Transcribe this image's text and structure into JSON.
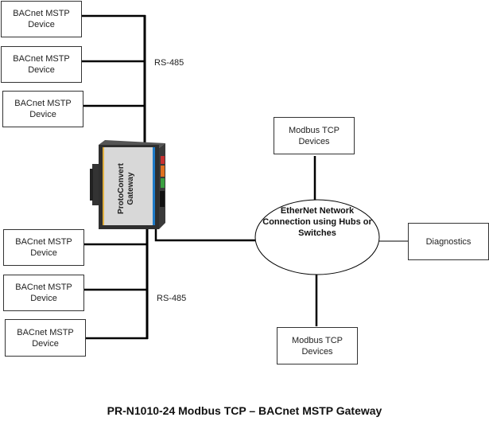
{
  "title": "PR-N1010-24 Modbus TCP – BACnet MSTP Gateway",
  "bacnet_devices_top": [
    {
      "label": "BACnet MSTP\nDevice"
    },
    {
      "label": "BACnet MSTP\nDevice"
    },
    {
      "label": "BACnet MSTP\nDevice"
    }
  ],
  "bacnet_devices_bottom": [
    {
      "label": "BACnet MSTP\nDevice"
    },
    {
      "label": "BACnet MSTP\nDevice"
    },
    {
      "label": "BACnet MSTP\nDevice"
    }
  ],
  "bus_labels": {
    "top": "RS-485",
    "bottom": "RS-485"
  },
  "gateway": {
    "label": "ProtoConvert\nGateway"
  },
  "network": {
    "label": "EtherNet Network\nConnection using Hubs or\nSwitches"
  },
  "modbus_top": {
    "label": "Modbus TCP\nDevices"
  },
  "modbus_bottom": {
    "label": "Modbus TCP\nDevices"
  },
  "diagnostics": {
    "label": "Diagnostics"
  }
}
